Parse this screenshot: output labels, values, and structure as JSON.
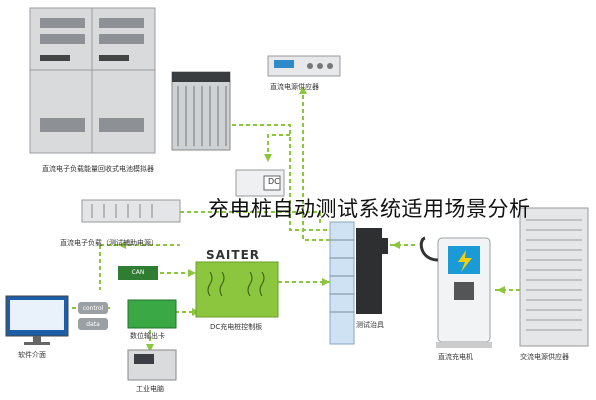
{
  "overlay_title": "充电桩自动测试系统适用场景分析",
  "brand": "SAITER",
  "labels": {
    "regenerative_load": "直流电子负载能量回收式电池模拟器",
    "dc_supply_top": "直流电源供应器",
    "aux_load": "直流电子负载（测试辅助电源）",
    "controller": "DC充电桩控制板",
    "fixture": "测试治具",
    "charger": "直流充电机",
    "ac_supply": "交流电源供应器",
    "software": "软件介面",
    "io": "数位输出卡",
    "ipc": "工业电脑",
    "can": "CAN",
    "control": "control",
    "data": "data",
    "dc_chip": "DC"
  },
  "colors": {
    "cable": "#8cc63f",
    "board": "#8cc63f",
    "cabinet": "#d8dadc",
    "accent": "#1a9bd7"
  }
}
